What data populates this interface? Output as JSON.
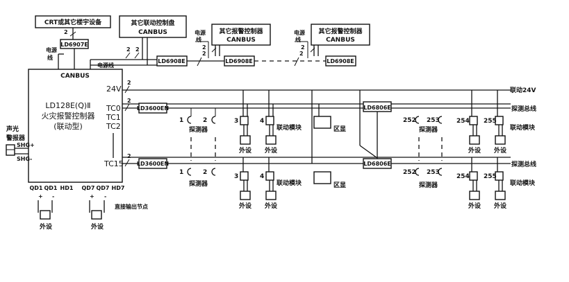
{
  "crt_box": "CRT或其它楼宇设备",
  "panel_box": {
    "line1": "其它联动控制盘",
    "line2": "CANBUS"
  },
  "alarm_box": {
    "line1": "其它报警控制器",
    "line2": "CANBUS"
  },
  "ld6907": "LD6907E",
  "ld6908": "LD6908E",
  "power_line": "电源线",
  "power_short": [
    "电源",
    "线"
  ],
  "two": "2",
  "main": {
    "canbus": "CANBUS",
    "model": "LD128E(Q)Ⅱ",
    "name": "火灾报警控制器",
    "type": "(联动型)",
    "v24": "24V",
    "tc0": "TC0",
    "tc1": "TC1",
    "tc2": "TC2",
    "tc15": "TC15",
    "outputs": [
      "QD1",
      "QD1",
      "HD1",
      "QD7",
      "QD7",
      "HD7"
    ],
    "plus": "+",
    "minus": "-"
  },
  "siren": {
    "line1": "声光",
    "line2": "警报器",
    "shg_plus": "SHG+",
    "shg_minus": "SHG-"
  },
  "ld3600": "LD3600EN",
  "ld6806": "LD6806E",
  "labels": {
    "linkage_24v": "联动24V",
    "detect_bus": "探测总线",
    "linkage_module": "联动模块",
    "detector": "探测器",
    "zone": "区显",
    "peripheral": "外设",
    "direct_output": "直接输出节点"
  },
  "nums": {
    "n1": "1",
    "n2": "2",
    "n3": "3",
    "n4": "4",
    "n252": "252",
    "n253": "253",
    "n254": "254",
    "n255": "255"
  }
}
